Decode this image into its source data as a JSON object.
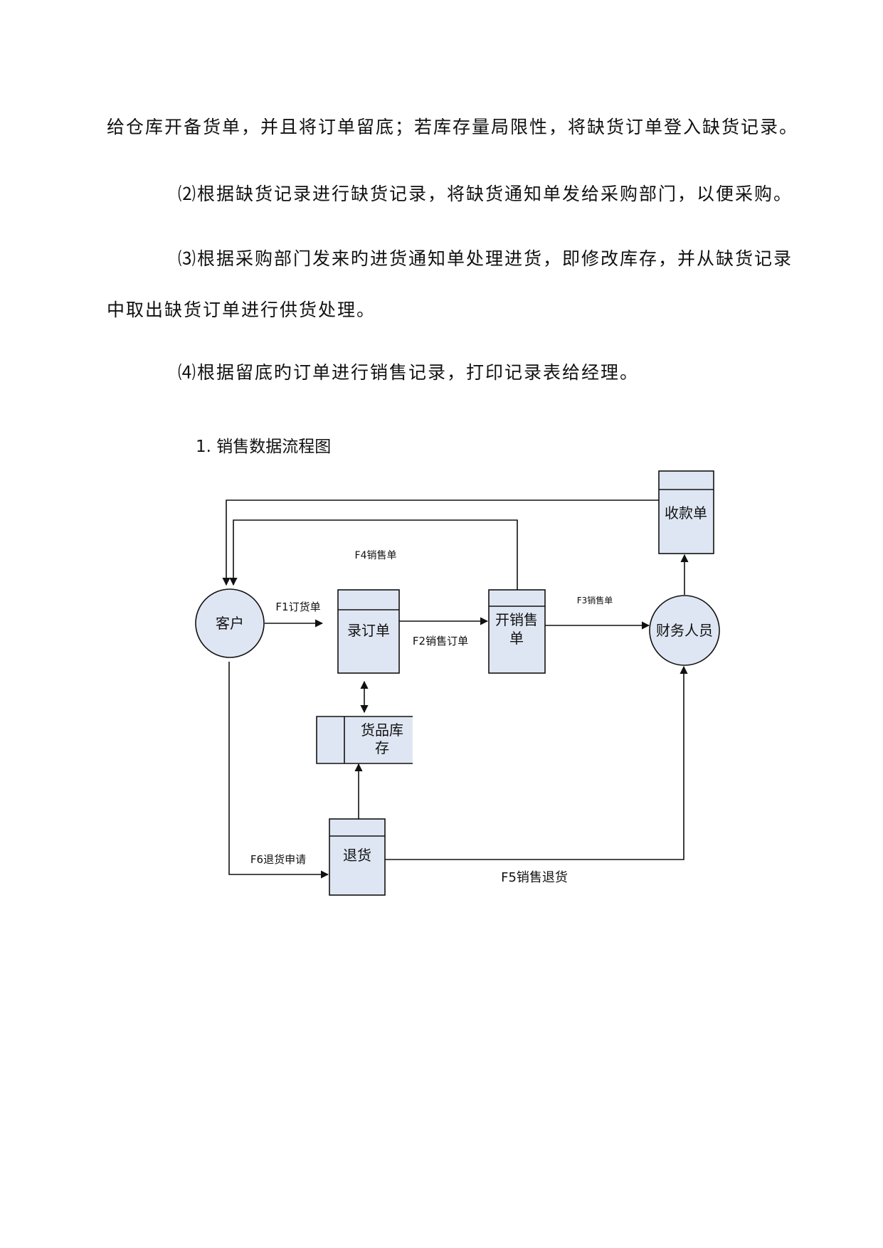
{
  "paragraphs": [
    "给仓库开备货单，并且将订单留底；若库存量局限性，将缺货订单登入缺货记录。",
    "⑵根据缺货记录进行缺货记录，将缺货通知单发给采购部门，以便采购。",
    "⑶根据采购部门发来旳进货通知单处理进货，即修改库存，并从缺货记录",
    "中取出缺货订单进行供货处理。",
    "⑷根据留底旳订单进行销售记录，打印记录表给经理。"
  ],
  "diagram": {
    "heading": "1. 销售数据流程图",
    "nodes": {
      "customer": "客户",
      "finance": "财务人员",
      "receipt": "收款单",
      "entry_line1": "录订单",
      "invoice_line1": "开销售",
      "invoice_line2": "单",
      "stock_line1": "货品库",
      "stock_line2": "存",
      "returns": "退货"
    },
    "flows": {
      "f1": "F1订货单",
      "f2": "F2销售订单",
      "f3": "F3销售单",
      "f4": "F4销售单",
      "f5": "F5销售退货",
      "f6": "F6退货申请"
    },
    "colors": {
      "fill": "#dfe6f3",
      "stroke": "#111111"
    }
  }
}
